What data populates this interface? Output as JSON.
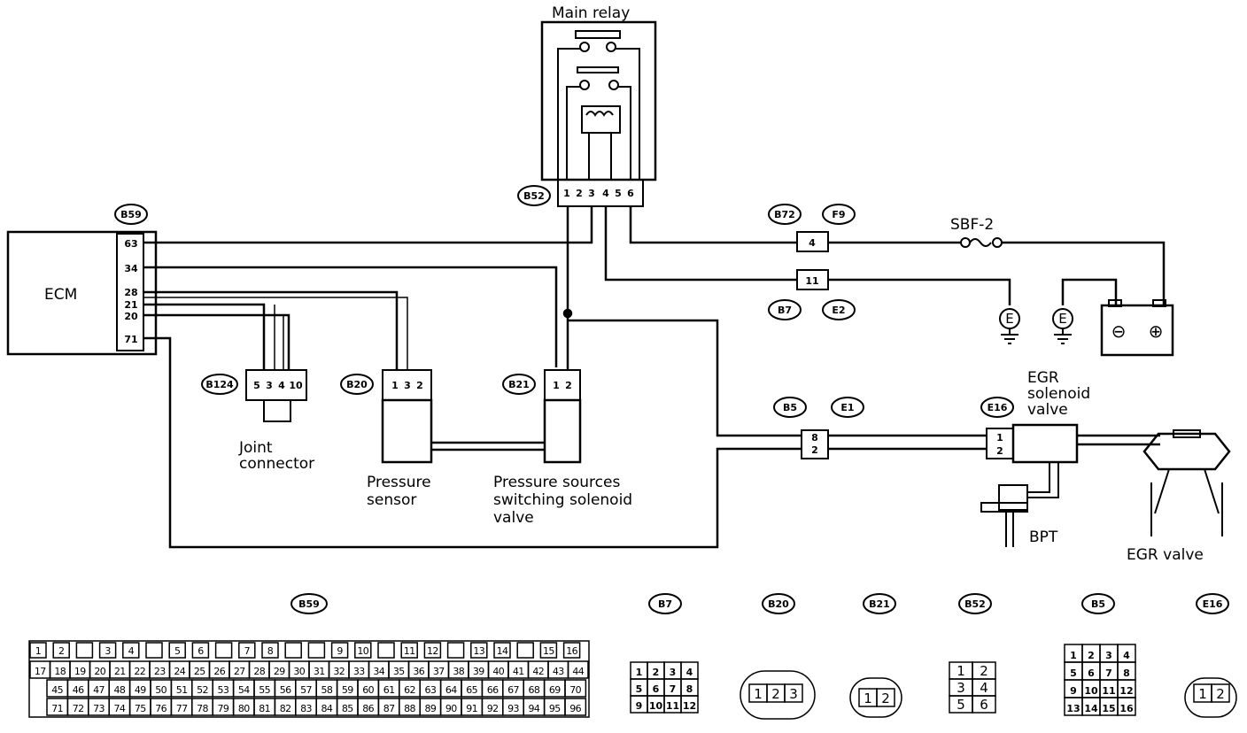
{
  "labels": {
    "main_relay": "Main relay",
    "ecm": "ECM",
    "sbf": "SBF-2",
    "joint_connector_1": "Joint",
    "joint_connector_2": "connector",
    "pressure_sensor_1": "Pressure",
    "pressure_sensor_2": "sensor",
    "pssv_1": "Pressure sources",
    "pssv_2": "switching solenoid",
    "pssv_3": "valve",
    "egr_sol_1": "EGR",
    "egr_sol_2": "solenoid",
    "egr_sol_3": "valve",
    "bpt": "BPT",
    "egr_valve": "EGR valve",
    "ground_e": "E"
  },
  "connector_tags": {
    "b52": "B52",
    "b59": "B59",
    "b72": "B72",
    "f9": "F9",
    "b7": "B7",
    "e2": "E2",
    "b124": "B124",
    "b20": "B20",
    "b21": "B21",
    "b5": "B5",
    "e1": "E1",
    "e16": "E16"
  },
  "ecm_pins": [
    "63",
    "34",
    "28",
    "21",
    "20",
    "71"
  ],
  "inline_pins": {
    "b72_f9": "4",
    "b7_e2": "11",
    "b5_e1_top": "8",
    "b5_e1_bottom": "2",
    "e16_top": "1",
    "e16_bottom": "2"
  },
  "b52_pins": [
    "1",
    "2",
    "3",
    "4",
    "5",
    "6"
  ],
  "b124_pins": [
    "5",
    "3",
    "4",
    "10"
  ],
  "b20_pins": [
    "1",
    "3",
    "2"
  ],
  "b21_pins": [
    "1",
    "2"
  ],
  "battery": {
    "neg": "⊖",
    "pos": "⊕"
  },
  "legend_titles": [
    "B59",
    "B7",
    "B20",
    "B21",
    "B52",
    "B5",
    "E16"
  ],
  "b59_grid": {
    "row1": [
      "1",
      "2",
      "",
      "3",
      "4",
      "",
      "5",
      "6",
      "",
      "7",
      "8",
      "",
      "",
      "9",
      "10",
      "",
      "11",
      "12",
      "",
      "13",
      "14",
      "",
      "15",
      "16"
    ],
    "row2": [
      "17",
      "18",
      "19",
      "20",
      "21",
      "22",
      "23",
      "24",
      "25",
      "26",
      "27",
      "28",
      "29",
      "30",
      "31",
      "32",
      "33",
      "34",
      "35",
      "36",
      "37",
      "38",
      "39",
      "40",
      "41",
      "42",
      "43",
      "44"
    ],
    "row3": [
      "45",
      "46",
      "47",
      "48",
      "49",
      "50",
      "51",
      "52",
      "53",
      "54",
      "55",
      "56",
      "57",
      "58",
      "59",
      "60",
      "61",
      "62",
      "63",
      "64",
      "65",
      "66",
      "67",
      "68",
      "69",
      "70"
    ],
    "row4": [
      "71",
      "72",
      "73",
      "74",
      "75",
      "76",
      "77",
      "78",
      "79",
      "80",
      "81",
      "82",
      "83",
      "84",
      "85",
      "86",
      "87",
      "88",
      "89",
      "90",
      "91",
      "92",
      "93",
      "94",
      "95",
      "96"
    ]
  },
  "b7_grid": [
    "1",
    "2",
    "3",
    "4",
    "5",
    "6",
    "7",
    "8",
    "9",
    "10",
    "11",
    "12"
  ],
  "b20_grid": [
    "1",
    "2",
    "3"
  ],
  "b21_grid": [
    "1",
    "2"
  ],
  "b52_grid": [
    "1",
    "2",
    "3",
    "4",
    "5",
    "6"
  ],
  "b5_grid": [
    "1",
    "2",
    "3",
    "4",
    "5",
    "6",
    "7",
    "8",
    "9",
    "10",
    "11",
    "12",
    "13",
    "14",
    "15",
    "16"
  ],
  "e16_grid": [
    "1",
    "2"
  ]
}
